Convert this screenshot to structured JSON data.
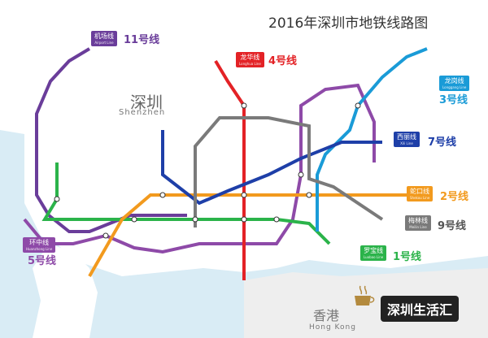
{
  "title": "2016年深圳市地铁线路图",
  "city": {
    "cn": "深圳",
    "en": "Shenzhen"
  },
  "hongkong": {
    "cn": "香港",
    "en": "Hong Kong"
  },
  "brand": "深圳生活汇",
  "lines": [
    {
      "id": "line11",
      "badge": "机场线",
      "badge_en": "Airport Line",
      "label": "11号线",
      "color": "#6a3d9a",
      "label_color": "#6a3d9a"
    },
    {
      "id": "line4",
      "badge": "龙华线",
      "badge_en": "Longhua Line",
      "label": "4号线",
      "color": "#e32226",
      "label_color": "#e32226"
    },
    {
      "id": "line3",
      "badge": "龙岗线",
      "badge_en": "Longgang Line",
      "label": "3号线",
      "color": "#1a9bd7",
      "label_color": "#1a9bd7"
    },
    {
      "id": "line7",
      "badge": "西丽线",
      "badge_en": "Xili Line",
      "label": "7号线",
      "color": "#1e3fa8",
      "label_color": "#1e3fa8"
    },
    {
      "id": "line2",
      "badge": "蛇口线",
      "badge_en": "Shekou Line",
      "label": "2号线",
      "color": "#f29a1e",
      "label_color": "#f29a1e"
    },
    {
      "id": "line9",
      "badge": "梅林线",
      "badge_en": "Meilin Line",
      "label": "9号线",
      "color": "#7a7a7a",
      "label_color": "#555555"
    },
    {
      "id": "line1",
      "badge": "罗宝线",
      "badge_en": "Luobao Line",
      "label": "1号线",
      "color": "#2bb34a",
      "label_color": "#2bb34a"
    },
    {
      "id": "line5",
      "badge": "环中线",
      "badge_en": "Huanzhong Line",
      "label": "5号线",
      "color": "#8e4aa8",
      "label_color": "#8e4aa8"
    }
  ],
  "colors": {
    "water": "#d9ecf5",
    "background": "#ffffff"
  }
}
